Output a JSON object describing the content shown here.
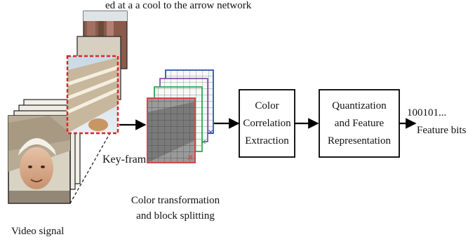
{
  "top_text": "ed at a a cool to the arrow network",
  "labels": {
    "video_signal": "Video signal",
    "key_frame": "Key-frame",
    "color_transform_line1": "Color transformation",
    "color_transform_line2": "and block splitting",
    "feature_bits_value": "100101...",
    "feature_bits_label": "Feature bits"
  },
  "boxes": {
    "color_correlation": [
      "Color",
      "Correlation",
      "Extraction"
    ],
    "quantization": [
      "Quantization",
      "and Feature",
      "Representation"
    ]
  },
  "colors": {
    "arrow": "#000000",
    "keyframe_border": "#d62828",
    "block_frame_red": "#d64545",
    "block_frame_green": "#2fa84f",
    "block_frame_blue": "#3050b8",
    "block_frame_purple": "#7a3fa8"
  },
  "icons": [
    "video-frame-image",
    "key-frame-image",
    "block-grid-image"
  ]
}
